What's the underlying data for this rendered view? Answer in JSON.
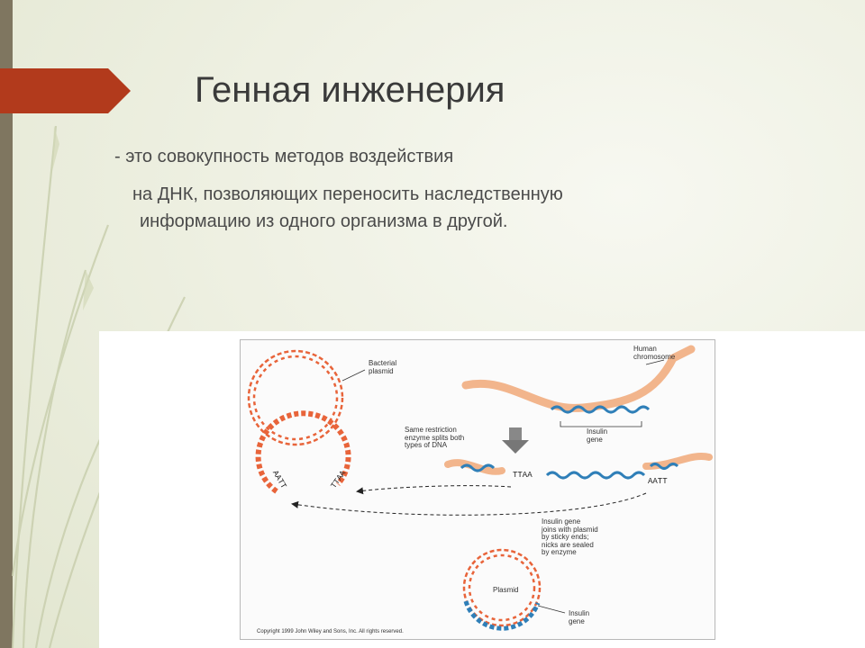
{
  "slide": {
    "title": "Генная инженерия",
    "line1": "- это совокупность методов воздействия",
    "line2a": "на ДНК, позволяющих переносить наследственную",
    "line2b": "информацию из одного организма в другой."
  },
  "figure": {
    "labels": {
      "bacterial_plasmid": "Bacterial\nplasmid",
      "human_chromosome": "Human\nchromosome",
      "insulin_gene_top": "Insulin\ngene",
      "restriction": "Same restriction\nenzyme splits both\ntypes of DNA",
      "joins": "Insulin gene\njoins with plasmid\nby sticky ends;\nnicks are sealed\nby enzyme",
      "plasmid": "Plasmid",
      "insulin_gene_bottom": "Insulin\ngene",
      "copyright": "Copyright 1999 John Wiley and Sons, Inc. All rights reserved."
    },
    "sticky_ends": {
      "plasmid_left": "AATT",
      "plasmid_right": "TTAA",
      "chrom_left": "TTAA",
      "chrom_right": "AATT"
    }
  },
  "colors": {
    "accent_red": "#b23a1c",
    "plasmid_orange": "#e8643a",
    "dna_blue": "#2f7fb8",
    "chromosome_peach": "#f2b58c"
  }
}
